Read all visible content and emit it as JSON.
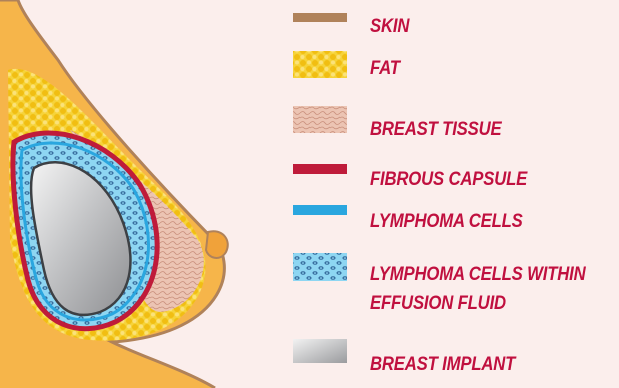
{
  "legend": [
    {
      "key": "skin",
      "label": "SKIN",
      "color": "#b0825a"
    },
    {
      "key": "fat",
      "label": "FAT",
      "color": "#f3c51a"
    },
    {
      "key": "breast_tissue",
      "label": "BREAST TISSUE",
      "color": "#e3b3a0"
    },
    {
      "key": "fibrous_capsule",
      "label": "FIBROUS CAPSULE",
      "color": "#bf1b3a"
    },
    {
      "key": "lymphoma_cells",
      "label": "LYMPHOMA CELLS",
      "color": "#2aa6df"
    },
    {
      "key": "lymphoma_effusion",
      "label": "LYMPHOMA CELLS WITHIN",
      "label_line2": "EFFUSION FLUID",
      "color": "#7fd0f0"
    },
    {
      "key": "breast_implant",
      "label": "BREAST IMPLANT",
      "color": "#b9babc"
    }
  ],
  "colors": {
    "background": "#fbeeec",
    "skin_outer": "#f6b54a",
    "skin_line": "#b0825a",
    "fat": "#f3c51a",
    "tissue": "#e6b8a6",
    "capsule": "#bf1b3a",
    "effusion": "#8ed6f2",
    "implant": "#b9babc",
    "label_text": "#c0103f"
  }
}
